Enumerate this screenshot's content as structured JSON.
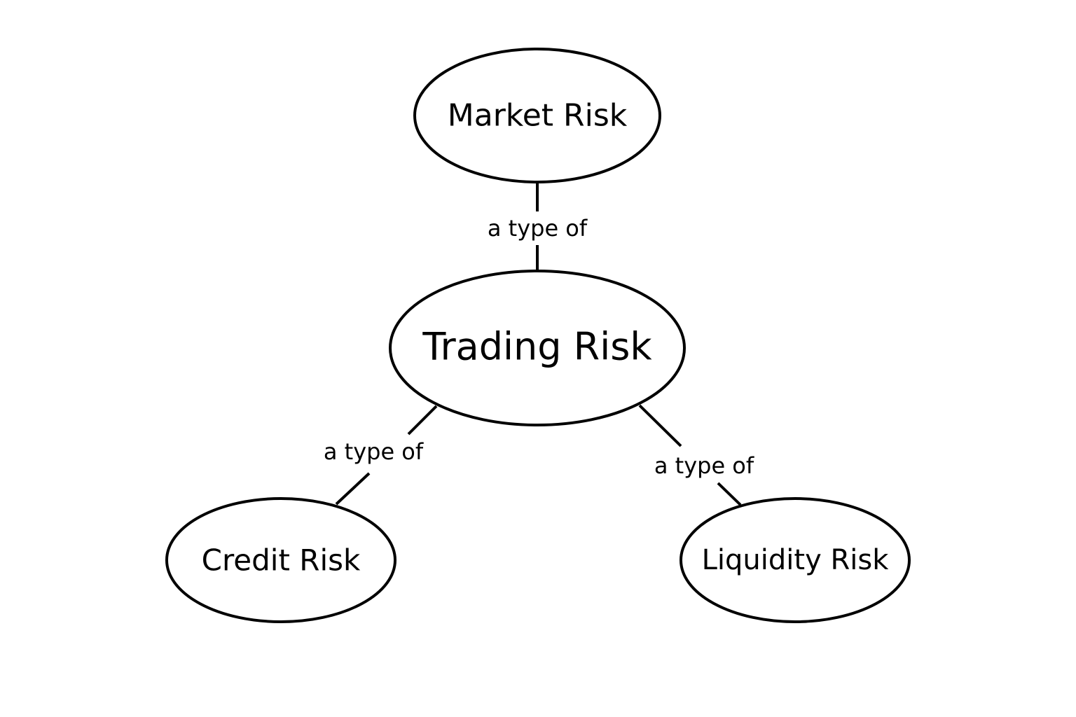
{
  "nodes": {
    "market": "Market Risk",
    "trading": "Trading Risk",
    "credit": "Credit Risk",
    "liquidity": "Liquidity Risk"
  },
  "edges": {
    "market_trading": "a type of",
    "trading_credit": "a type of",
    "trading_liquidity": "a type of"
  },
  "colors": {
    "stroke": "#000000",
    "background": "#ffffff",
    "text": "#000000"
  }
}
